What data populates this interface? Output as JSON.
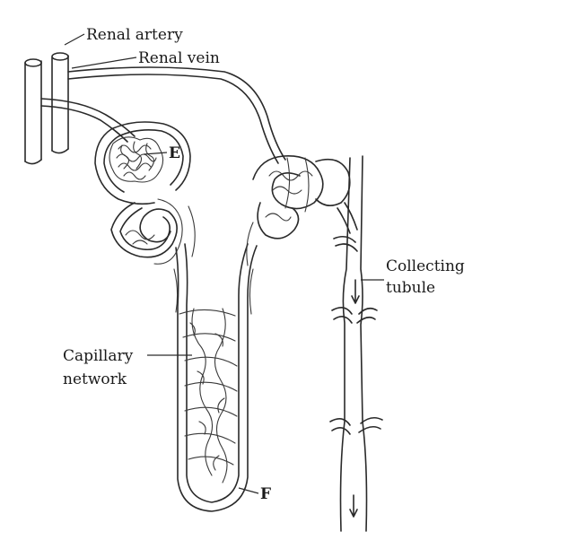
{
  "labels": {
    "renal_artery": "Renal artery",
    "renal_vein": "Renal vein",
    "e": "E",
    "collecting_line1": "Collecting",
    "collecting_line2": "tubule",
    "capillary_line1": "Capillary",
    "capillary_line2": "network",
    "f": "F"
  },
  "colors": {
    "ink": "#2a2a2a",
    "background": "#ffffff"
  }
}
